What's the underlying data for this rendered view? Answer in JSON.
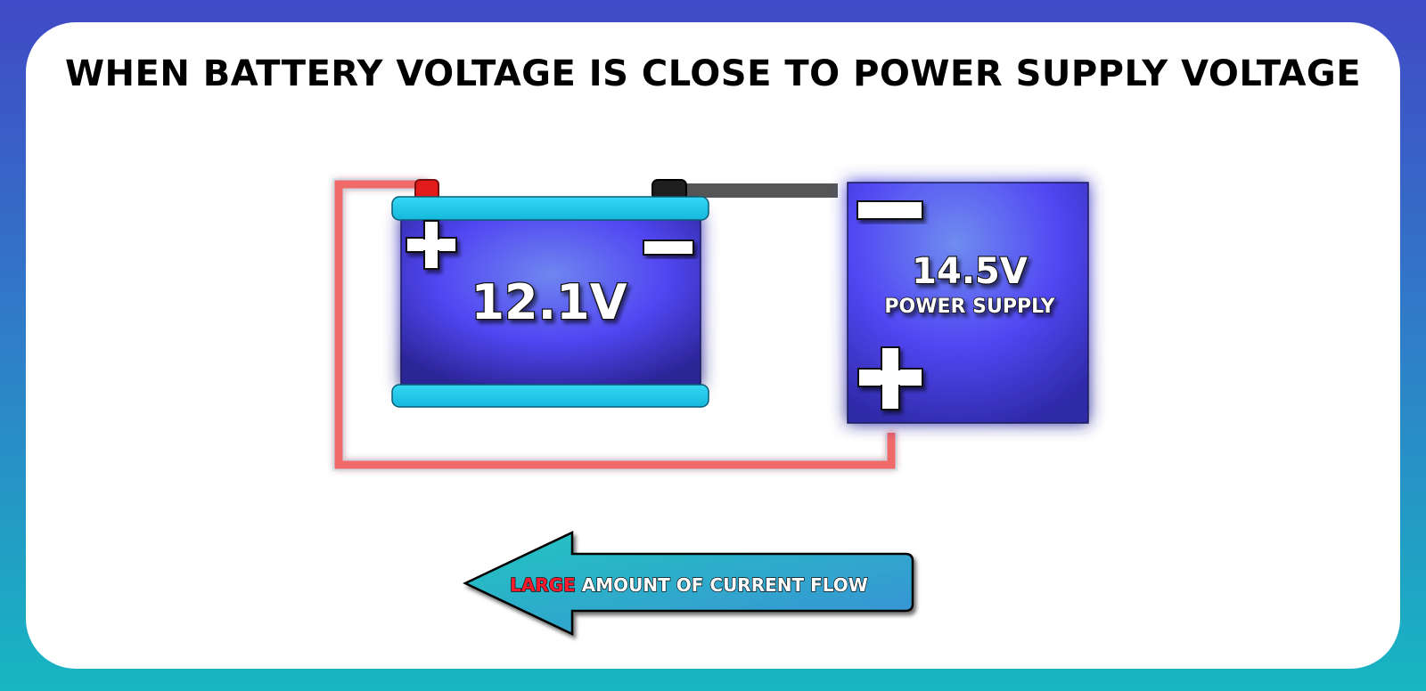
{
  "title": "WHEN BATTERY VOLTAGE IS CLOSE TO POWER SUPPLY VOLTAGE",
  "battery": {
    "voltage": "12.1V",
    "positive_symbol": "+",
    "negative_symbol": "−"
  },
  "power_supply": {
    "voltage": "14.5V",
    "label": "POWER SUPPLY",
    "positive_symbol": "+",
    "negative_symbol": "−"
  },
  "arrow": {
    "highlight": "LARGE",
    "rest": "AMOUNT OF CURRENT FLOW"
  },
  "colors": {
    "positive_wire": "#f06b6b",
    "negative_wire": "#555555",
    "battery_cap": "#1ec9ea",
    "body_blue": "#5146f2",
    "highlight_red": "#ff1a2e"
  }
}
